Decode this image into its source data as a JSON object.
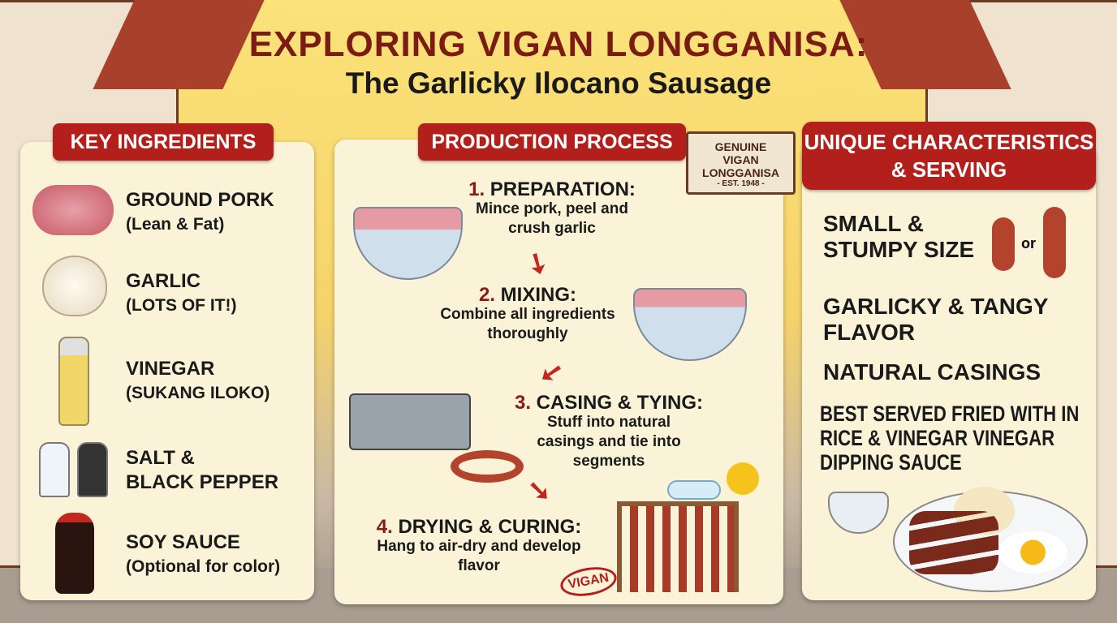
{
  "title": "EXPLORING VIGAN LONGGANISA:",
  "subtitle": "The Garlicky Ilocano Sausage",
  "colors": {
    "accent": "#b3201c",
    "title": "#7a1c14",
    "panel": "#fbf3d8"
  },
  "ingredients": {
    "header": "KEY INGREDIENTS",
    "items": [
      {
        "name": "GROUND PORK",
        "note": "(Lean & Fat)",
        "icon": "ground-pork-icon"
      },
      {
        "name": "GARLIC",
        "note": "(LOTS OF IT!)",
        "icon": "garlic-icon"
      },
      {
        "name": "VINEGAR",
        "note": "(SUKANG ILOKO)",
        "icon": "vinegar-bottle-icon"
      },
      {
        "name": "SALT &",
        "note": "BLACK PEPPER",
        "icon": "salt-pepper-shakers-icon"
      },
      {
        "name": "SOY SAUCE",
        "note": "(Optional for color)",
        "icon": "soy-sauce-bottle-icon"
      }
    ]
  },
  "process": {
    "header": "PRODUCTION PROCESS",
    "sign": {
      "line1": "GENUINE",
      "line2": "VIGAN LONGGANISA",
      "line3": "- EST. 1948 -"
    },
    "steps": [
      {
        "num": "1.",
        "title": "PREPARATION:",
        "text": "Mince pork, peel and crush garlic"
      },
      {
        "num": "2.",
        "title": "MIXING:",
        "text": "Combine all ingredients thoroughly"
      },
      {
        "num": "3.",
        "title": "CASING & TYING:",
        "text": "Stuff into natural casings and tie into segments"
      },
      {
        "num": "4.",
        "title": "DRYING & CURING:",
        "text": "Hang to air-dry and develop flavor"
      }
    ],
    "stamp": "VIGAN"
  },
  "characteristics": {
    "header": "UNIQUE CHARACTERISTICS & SERVING",
    "items": [
      "SMALL & STUMPY SIZE",
      "GARLICKY & TANGY FLAVOR",
      "NATURAL CASINGS",
      "BEST SERVED FRIED WITH IN RICE & VINEGAR VINEGAR DIPPING SAUCE"
    ],
    "or_label": "or"
  }
}
